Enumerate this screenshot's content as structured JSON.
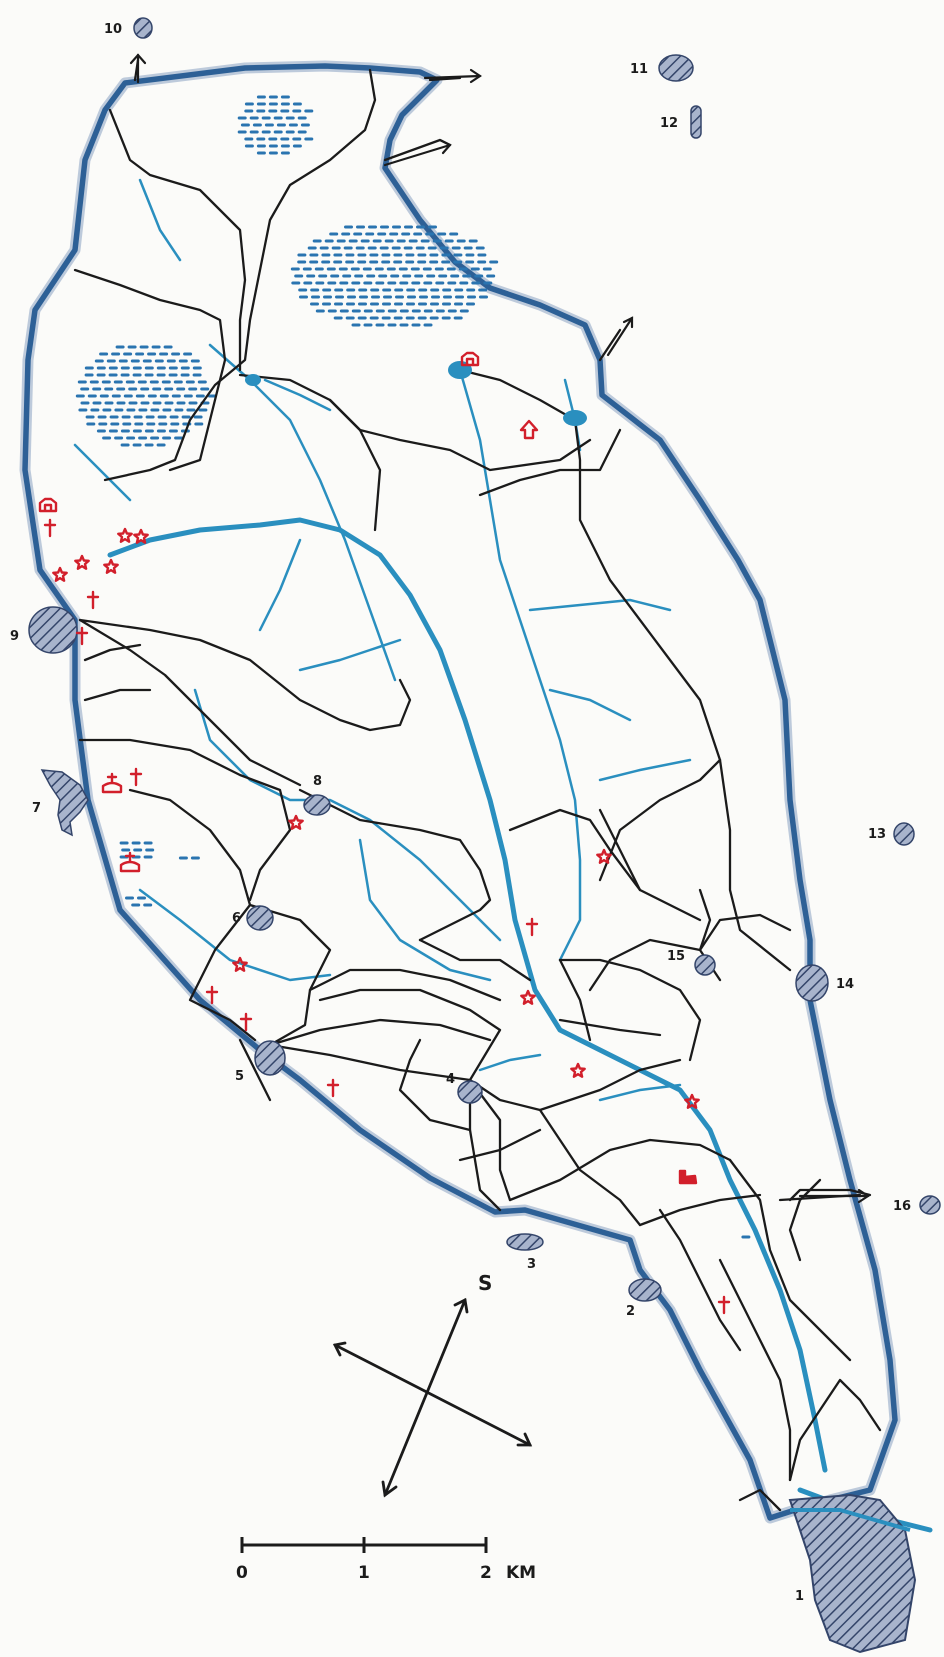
{
  "colors": {
    "border": "#2d6096",
    "border_halo": "#8aa3c2",
    "river": "#2a8fbf",
    "river_major": "#2d84b6",
    "road": "#1b1b1b",
    "settlement_fill": "#9aa8c2",
    "settlement_hatch": "#34456a",
    "marsh": "#2a74b0",
    "marker": "#d21f2b"
  },
  "settlements": [
    {
      "id": 1,
      "label": "1"
    },
    {
      "id": 2,
      "label": "2"
    },
    {
      "id": 3,
      "label": "3"
    },
    {
      "id": 4,
      "label": "4"
    },
    {
      "id": 5,
      "label": "5"
    },
    {
      "id": 6,
      "label": "6"
    },
    {
      "id": 7,
      "label": "7"
    },
    {
      "id": 8,
      "label": "8"
    },
    {
      "id": 9,
      "label": "9"
    },
    {
      "id": 10,
      "label": "10"
    },
    {
      "id": 11,
      "label": "11"
    },
    {
      "id": 12,
      "label": "12"
    },
    {
      "id": 13,
      "label": "13"
    },
    {
      "id": 14,
      "label": "14"
    },
    {
      "id": 15,
      "label": "15"
    },
    {
      "id": 16,
      "label": "16"
    }
  ],
  "scale_bar": {
    "ticks": [
      "0",
      "1",
      "2"
    ],
    "unit": "KM"
  },
  "compass": {
    "label": "S"
  },
  "marker_icons": {
    "star": "star-icon",
    "cross": "cross-icon",
    "church": "church-icon",
    "bell": "bell-icon",
    "ruin": "ruin-icon",
    "arrow": "house-arrow-icon"
  }
}
